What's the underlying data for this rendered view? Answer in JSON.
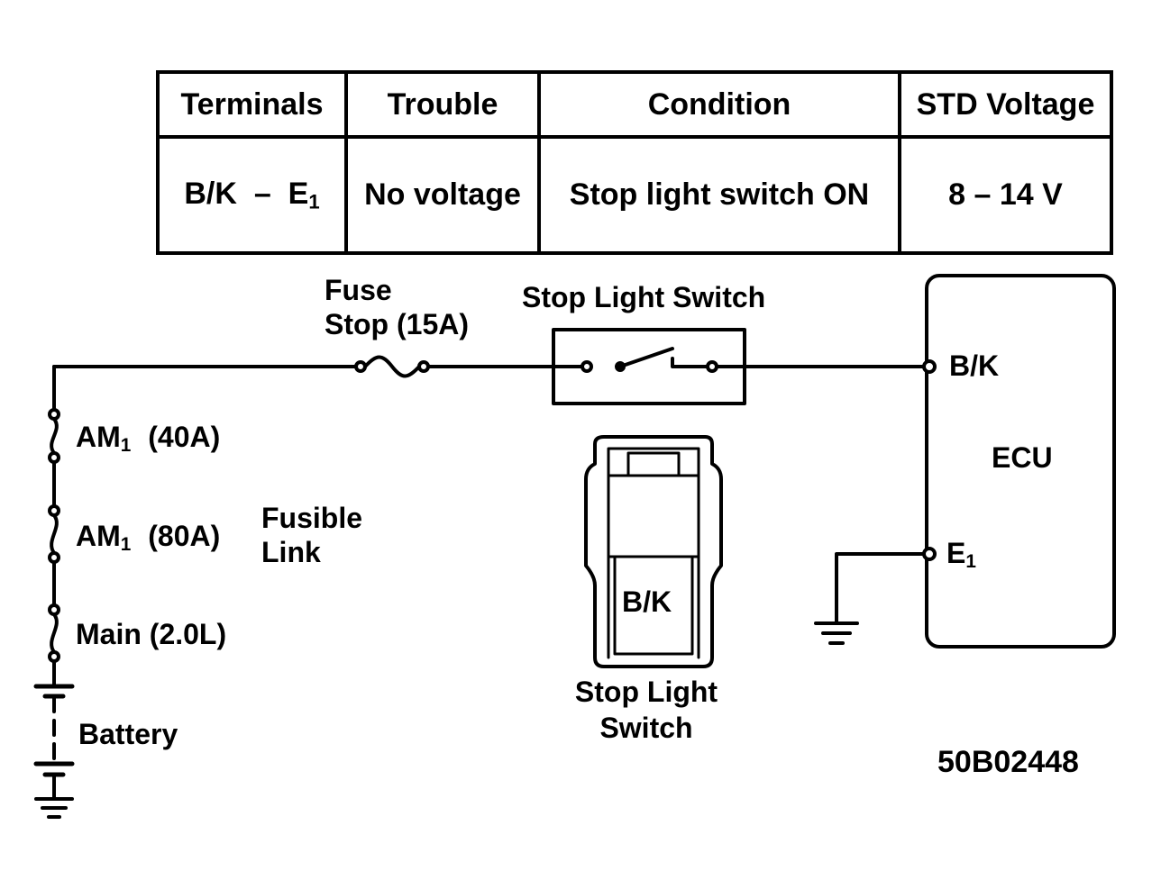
{
  "table": {
    "headers": [
      "Terminals",
      "Trouble",
      "Condition",
      "STD Voltage"
    ],
    "row": {
      "terminals_main": "B/K  –  E",
      "terminals_sub": "1",
      "trouble": "No voltage",
      "condition": "Stop light switch ON",
      "std_voltage": "8 – 14 V"
    }
  },
  "labels": {
    "fuse_line1": "Fuse",
    "fuse_line2": "Stop (15A)",
    "stop_light_switch": "Stop Light Switch",
    "am1_40_main": "AM",
    "am1_40_sub": "1",
    "am1_40_rating": "(40A)",
    "am1_80_main": "AM",
    "am1_80_sub": "1",
    "am1_80_rating": "(80A)",
    "fusible_line1": "Fusible",
    "fusible_line2": "Link",
    "main_fuse": "Main (2.0L)",
    "battery": "Battery",
    "bk_terminal": "B/K",
    "ecu": "ECU",
    "e1_main": "E",
    "e1_sub": "1",
    "connector_bk": "B/K",
    "connector_line1": "Stop Light",
    "connector_line2": "Switch",
    "figure_code": "50B02448"
  }
}
